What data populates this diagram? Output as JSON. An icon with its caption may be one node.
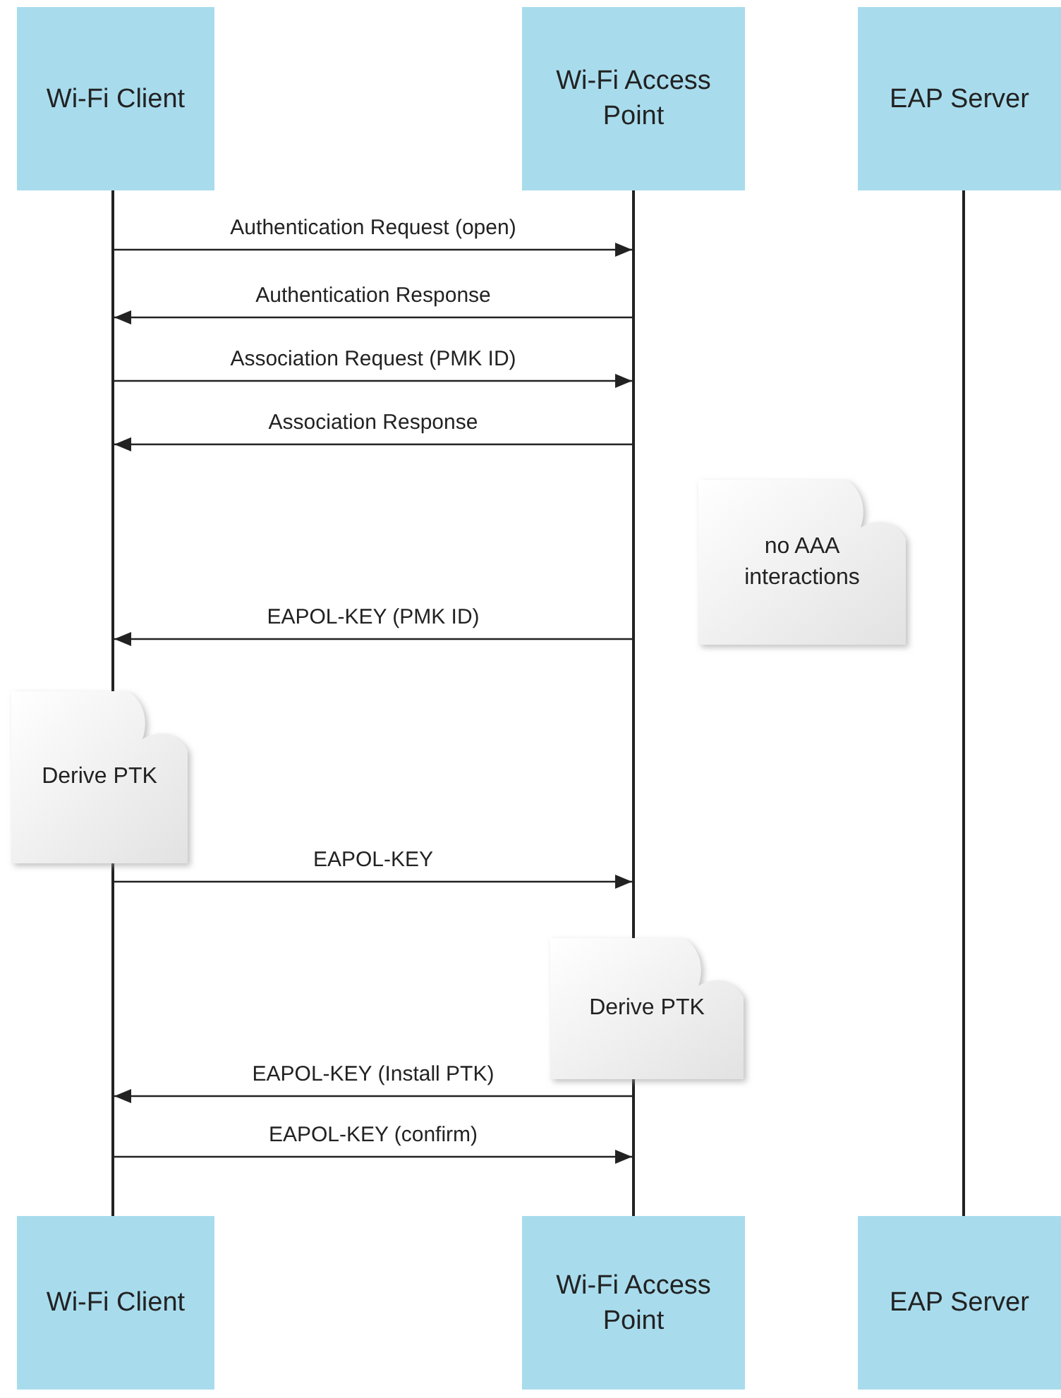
{
  "diagram": {
    "nodes": [
      {
        "text": [
          "Wi-Fi Client"
        ]
      },
      {
        "text": [
          "Wi-Fi Access Point"
        ]
      },
      {
        "text": [
          "EAP Server"
        ]
      },
      {
        "text": [],
        "shape": "bar"
      },
      {
        "text": [],
        "shape": "bar"
      },
      {
        "text": [],
        "shape": "bar"
      },
      {
        "text": [
          "no AAA interactions"
        ]
      },
      {
        "text": [
          "Derive PTK"
        ]
      },
      {
        "text": [
          "Derive PTK"
        ]
      },
      {
        "text": [
          "Wi-Fi Client"
        ]
      },
      {
        "text": [
          "Wi-Fi Access Point"
        ]
      },
      {
        "text": [
          "EAP Server"
        ]
      }
    ],
    "edges": [
      {
        "from": 3,
        "to": 4,
        "arrow": "to",
        "label": "Authentication Request (open)"
      },
      {
        "from": 4,
        "to": 3,
        "arrow": "to",
        "label": "Authentication Response"
      },
      {
        "from": 3,
        "to": 4,
        "arrow": "to",
        "label": "Association Request (PMK ID)"
      },
      {
        "from": 4,
        "to": 3,
        "arrow": "to",
        "label": "Association Response"
      },
      {
        "from": 4,
        "to": 3,
        "arrow": "to",
        "label": "EAPOL-KEY (PMK ID)"
      },
      {
        "from": 3,
        "to": 4,
        "arrow": "to",
        "label": "EAPOL-KEY"
      },
      {
        "from": 4,
        "to": 3,
        "arrow": "to",
        "label": "EAPOL-KEY (Install PTK)"
      },
      {
        "from": 3,
        "to": 4,
        "arrow": "to",
        "label": "EAPOL-KEY (confirm)"
      }
    ]
  }
}
